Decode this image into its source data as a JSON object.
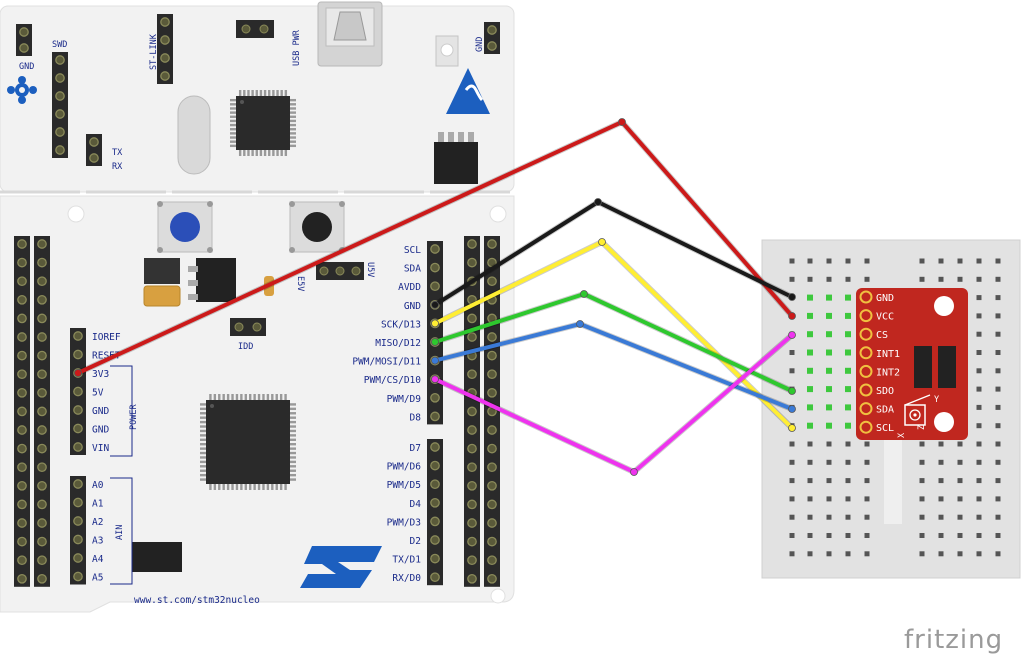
{
  "board": {
    "top_labels": {
      "gnd": "GND",
      "swd": "SWD",
      "stlink": "ST-LINK",
      "usb_pwr": "USB PWR",
      "gnd_right": "GND",
      "tx": "TX",
      "rx": "RX"
    },
    "middle_labels": {
      "e5v": "E5V",
      "u5v": "U5V",
      "idd": "IDD"
    },
    "power_header": {
      "title": "POWER",
      "pins": [
        "IOREF",
        "RESET",
        "3V3",
        "5V",
        "GND",
        "GND",
        "VIN"
      ]
    },
    "ain_header": {
      "title": "AIN",
      "pins": [
        "A0",
        "A1",
        "A2",
        "A3",
        "A4",
        "A5"
      ]
    },
    "digital_upper": [
      "SCL",
      "SDA",
      "AVDD",
      "GND",
      "SCK/D13",
      "MISO/D12",
      "PWM/MOSI/D11",
      "PWM/CS/D10",
      "PWM/D9",
      "D8"
    ],
    "digital_lower": [
      "D7",
      "PWM/D6",
      "PWM/D5",
      "D4",
      "PWM/D3",
      "D2",
      "TX/D1",
      "RX/D0"
    ],
    "url": "www.st.com/stm32nucleo",
    "logo": "ST"
  },
  "sensor": {
    "pins": [
      "GND",
      "VCC",
      "CS",
      "INT1",
      "INT2",
      "SDO",
      "SDA",
      "SCL"
    ],
    "axis_labels": {
      "x": "X",
      "y": "Y",
      "z": "Z"
    },
    "color": "#c0271f"
  },
  "wires": [
    {
      "from": "3V3",
      "to": "VCC",
      "color": "#cc1a1a"
    },
    {
      "from": "GND",
      "to": "GND",
      "color": "#1a1a1a"
    },
    {
      "from": "SCK/D13",
      "to": "SCL",
      "color": "#ffee33"
    },
    {
      "from": "MISO/D12",
      "to": "SDO",
      "color": "#2ec82e"
    },
    {
      "from": "PWM/MOSI/D11",
      "to": "SDA",
      "color": "#3a7ad6"
    },
    {
      "from": "PWM/CS/D10",
      "to": "CS",
      "color": "#ee33ee"
    }
  ],
  "watermark": "fritzing"
}
